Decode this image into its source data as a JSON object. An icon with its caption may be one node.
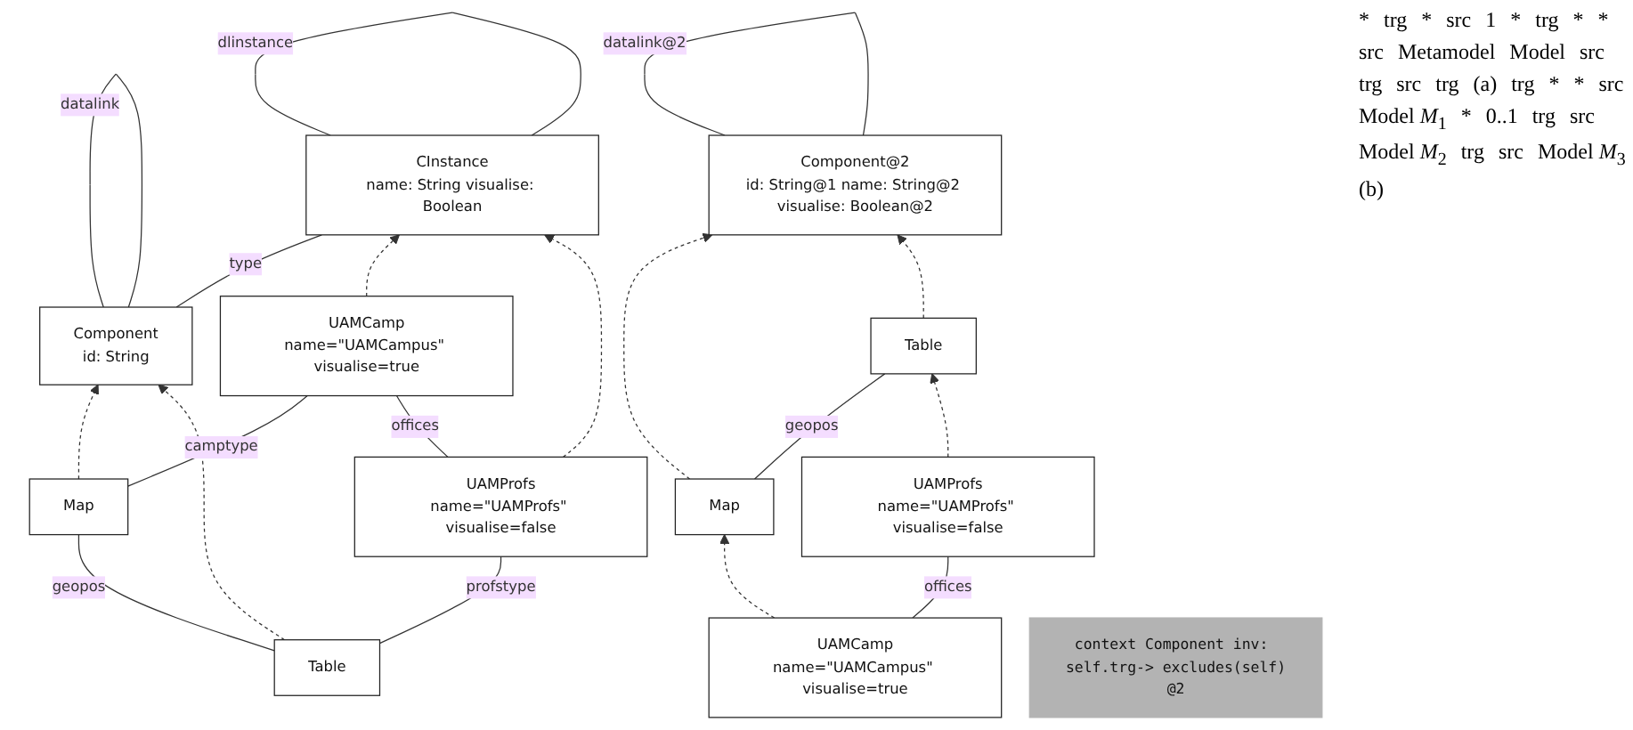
{
  "diagram": {
    "nodes": [
      {
        "text": [
          "Component",
          "id: String"
        ]
      },
      {
        "text": [
          "CInstance",
          "name: String visualise: Boolean"
        ]
      },
      {
        "text": [
          "Table"
        ]
      },
      {
        "text": [
          "UAMProfs",
          "name=\"UAMProfs\" visualise=false"
        ]
      },
      {
        "text": [
          "Map"
        ]
      },
      {
        "text": [
          "UAMCamp",
          "name=\"UAMCampus\" visualise=true"
        ]
      },
      {
        "text": [
          "context Component inv: self.trg-> excludes(self)",
          "@2"
        ]
      },
      {
        "text": [
          "Component@2",
          "id: String@1 name: String@2 visualise: Boolean@2"
        ]
      },
      {
        "text": [
          "Map"
        ]
      },
      {
        "text": [
          "Table"
        ]
      },
      {
        "text": [
          "UAMCamp",
          "name=\"UAMCampus\" visualise=true"
        ]
      },
      {
        "text": [
          "UAMProfs",
          "name=\"UAMProfs\" visualise=false"
        ]
      }
    ],
    "edges": [
      {
        "from": 0,
        "to": 0,
        "arrow": "none",
        "label": "datalink"
      },
      {
        "from": 0,
        "to": 1,
        "arrow": "none",
        "label": "type"
      },
      {
        "from": 1,
        "to": 1,
        "arrow": "none",
        "label": "dlinstance"
      },
      {
        "from": 2,
        "to": 3,
        "arrow": "none",
        "label": "profstype"
      },
      {
        "from": 2,
        "to": 4,
        "arrow": "none",
        "label": "geopos"
      },
      {
        "from": 4,
        "to": 5,
        "arrow": "none",
        "label": "camptype"
      },
      {
        "from": 3,
        "to": 5,
        "arrow": "none",
        "label": "offices"
      },
      {
        "from": 4,
        "to": 0,
        "arrow": "to",
        "style": "dashed"
      },
      {
        "from": 2,
        "to": 0,
        "arrow": "to",
        "style": "dashed"
      },
      {
        "from": 5,
        "to": 1,
        "arrow": "to",
        "style": "dashed"
      },
      {
        "from": 3,
        "to": 1,
        "arrow": "to",
        "style": "dashed"
      },
      {
        "from": 7,
        "to": 7,
        "arrow": "none",
        "label": "datalink@2"
      },
      {
        "from": 8,
        "to": 9,
        "arrow": "none",
        "label": "geopos"
      },
      {
        "from": 10,
        "to": 11,
        "arrow": "none",
        "label": "offices"
      },
      {
        "from": 8,
        "to": 7,
        "arrow": "to",
        "style": "dashed"
      },
      {
        "from": 9,
        "to": 7,
        "arrow": "to",
        "style": "dashed"
      },
      {
        "from": 10,
        "to": 8,
        "arrow": "to",
        "style": "dashed"
      },
      {
        "from": 11,
        "to": 9,
        "arrow": "to",
        "style": "dashed"
      }
    ],
    "labels": [
      "*",
      "trg",
      "*",
      "src",
      "1",
      "*",
      "trg",
      "*",
      "*",
      "src",
      "Metamodel",
      "Model",
      "src",
      "trg",
      "src",
      "trg",
      "(a)",
      "trg",
      "*",
      "*",
      "src",
      "Model *M*$_{1}$",
      "*",
      "0..1",
      "trg",
      "src",
      "Model *M*$_{2}$",
      "trg",
      "src",
      "Model *M*$_{3}$",
      "(b)"
    ]
  }
}
